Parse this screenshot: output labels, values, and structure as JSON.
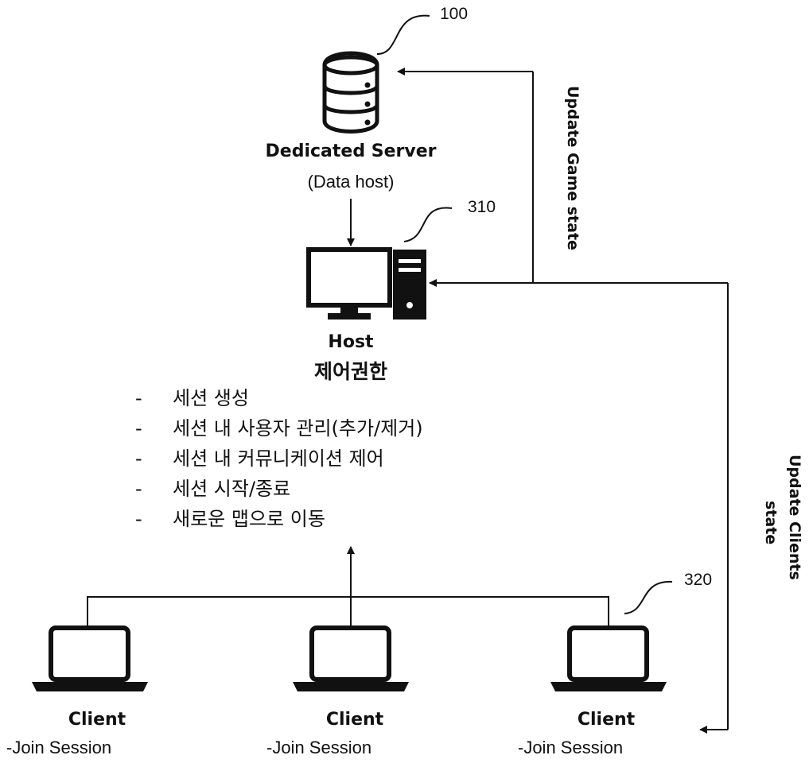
{
  "server": {
    "ref": "100",
    "title": "Dedicated Server",
    "subtitle": "(Data host)",
    "icon": "database-server-icon"
  },
  "host": {
    "ref": "310",
    "title": "Host",
    "korean_title": "제어권한",
    "icon": "desktop-computer-icon",
    "items": [
      "세션 생성",
      "세션 내 사용자 관리(추가/제거)",
      "세션 내 커뮤니케이션 제어",
      "세션 시작/종료",
      "새로운 맵으로 이동"
    ],
    "dash": "-"
  },
  "clients": {
    "ref": "320",
    "icon": "laptop-icon",
    "items": [
      {
        "title": "Client",
        "action": "-Join Session"
      },
      {
        "title": "Client",
        "action": "-Join Session"
      },
      {
        "title": "Client",
        "action": "-Join Session"
      }
    ]
  },
  "labels": {
    "update_game_state": "Update Game state",
    "update_clients_line1": "Update Clients",
    "update_clients_line2": "state"
  }
}
